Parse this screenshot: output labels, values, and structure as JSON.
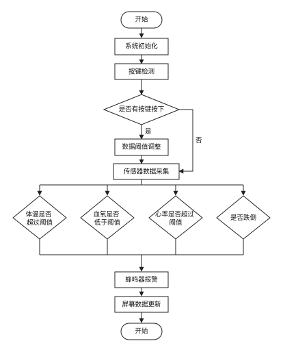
{
  "nodes": {
    "start": "开始",
    "init": "系统初始化",
    "key_check": "按键检测",
    "key_pressed": "是否有按键按下",
    "threshold_adjust": "数据阈值调整",
    "sensor_collect": "传感器数据采集",
    "temp_check": [
      "体温是否",
      "超过阈值"
    ],
    "oxygen_check": [
      "血氧是否",
      "低于阈值"
    ],
    "heart_check": [
      "心率是否超过",
      "阈值"
    ],
    "fall_check": "是否跌倒",
    "buzzer": "蜂鸣器报警",
    "screen_update": "屏幕数据更新",
    "end": "开始"
  },
  "edges": {
    "yes": "是",
    "no": "否"
  }
}
